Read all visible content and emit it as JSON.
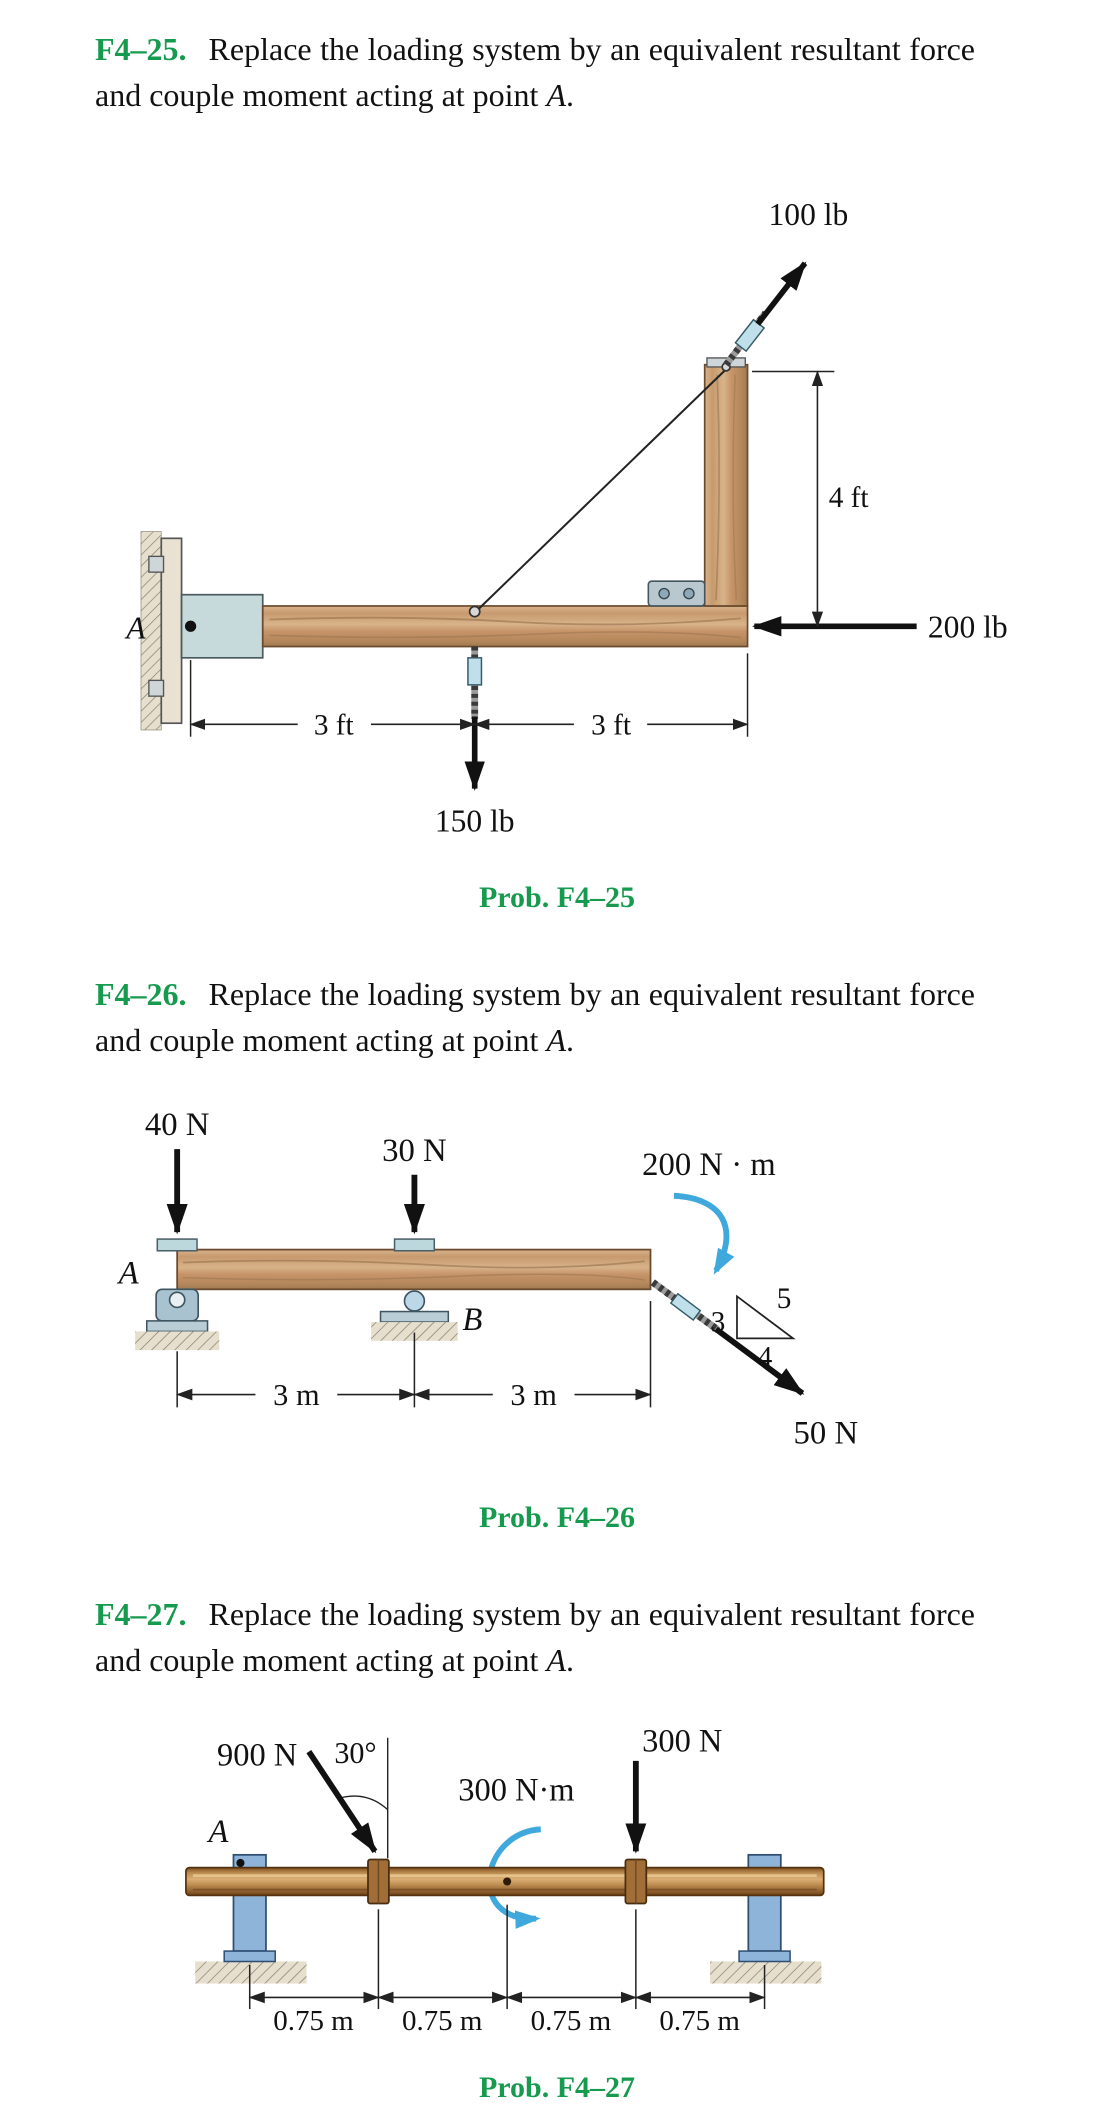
{
  "p25": {
    "number": "F4–25.",
    "statement": "Replace the loading system by an equivalent resultant force and couple moment acting at point ",
    "point": "A",
    "post": ".",
    "caption": "Prob. F4–25",
    "fig": {
      "f100": "100 lb",
      "f150": "150 lb",
      "f200": "200 lb",
      "d3a": "3 ft",
      "d3b": "3 ft",
      "d4": "4 ft",
      "A": "A"
    }
  },
  "p26": {
    "number": "F4–26.",
    "statement": "Replace the loading system by an equivalent resultant force and couple moment acting at point ",
    "point": "A",
    "post": ".",
    "caption": "Prob. F4–26",
    "fig": {
      "f40": "40 N",
      "f30": "30 N",
      "m200": "200 N · m",
      "f50": "50 N",
      "d3a": "3 m",
      "d3b": "3 m",
      "A": "A",
      "B": "B",
      "s3": "3",
      "s4": "4",
      "s5": "5"
    }
  },
  "p27": {
    "number": "F4–27.",
    "statement": "Replace the loading system by an equivalent resultant force and couple moment acting at point ",
    "point": "A",
    "post": ".",
    "caption": "Prob. F4–27",
    "fig": {
      "f900": "900 N",
      "ang": "30°",
      "m300": "300 N·m",
      "f300": "300 N",
      "d1": "0.75 m",
      "d2": "0.75 m",
      "d3": "0.75 m",
      "d4": "0.75 m",
      "A": "A"
    }
  }
}
